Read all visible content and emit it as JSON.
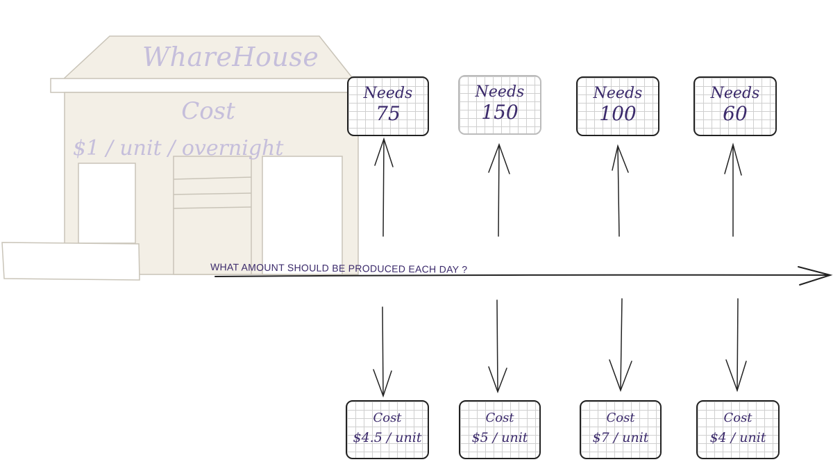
{
  "warehouse": {
    "title": "WhareHouse",
    "cost_label": "Cost",
    "cost_value": "$1 / unit / overnight"
  },
  "timeline": {
    "question": "WHAT AMOUNT SHOULD BE PRODUCED EACH DAY ?"
  },
  "needs": [
    {
      "label": "Needs",
      "value": "75"
    },
    {
      "label": "Needs",
      "value": "150"
    },
    {
      "label": "Needs",
      "value": "100"
    },
    {
      "label": "Needs",
      "value": "60"
    }
  ],
  "costs": [
    {
      "label": "Cost",
      "value": "$4.5 / unit"
    },
    {
      "label": "Cost",
      "value": "$5 / unit"
    },
    {
      "label": "Cost",
      "value": "$7 / unit"
    },
    {
      "label": "Cost",
      "value": "$4 / unit"
    }
  ],
  "colors": {
    "warehouse_fill": "#f3efe6",
    "warehouse_stroke": "#c9c4b8",
    "warehouse_text": "#c5bedb",
    "ink": "#3b2a6b",
    "line": "#222222"
  }
}
